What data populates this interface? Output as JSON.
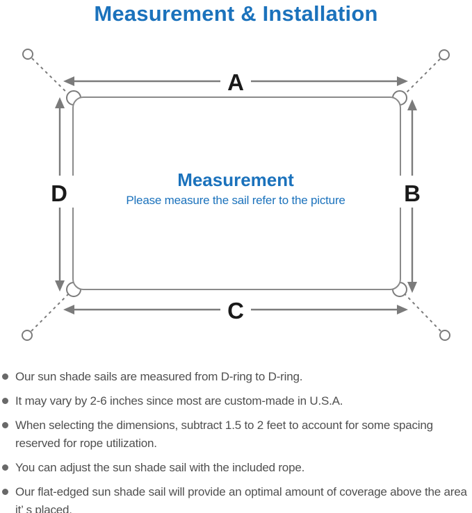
{
  "title": "Measurement & Installation",
  "colors": {
    "accent_blue": "#1B72BC",
    "diagram_gray": "#7B7B7B",
    "label_black": "#1A1A1A",
    "text_gray": "#4F4F4F"
  },
  "diagram": {
    "labels": {
      "top": "A",
      "right": "B",
      "bottom": "C",
      "left": "D"
    },
    "center_title": "Measurement",
    "center_subtitle": "Please measure the sail refer to the picture"
  },
  "notes": [
    {
      "text": "Our sun shade sails are measured from D-ring to D-ring."
    },
    {
      "text": "It may vary by 2-6 inches since most are custom-made in U.S.A."
    },
    {
      "text": "When selecting the dimensions, subtract 1.5 to 2 feet to account for some spacing reserved for rope utilization."
    },
    {
      "text": "You can adjust the sun shade sail with the included rope."
    },
    {
      "text": "Our flat-edged sun shade sail will provide an optimal amount of coverage above the area it’ s placed."
    }
  ]
}
